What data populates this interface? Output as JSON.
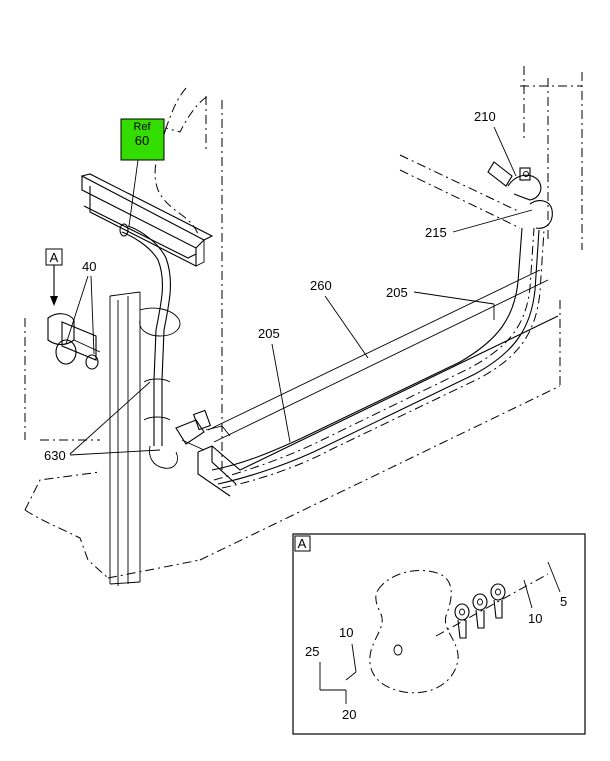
{
  "labels": {
    "ref_word": "Ref",
    "ref_num": "60",
    "view_a": "A",
    "detail_a": "A",
    "c40": "40",
    "c630": "630",
    "c260": "260",
    "c205_left": "205",
    "c205_right": "205",
    "c210": "210",
    "c215": "215",
    "d10_left": "10",
    "d25": "25",
    "d20": "20",
    "d10_right": "10",
    "d5": "5"
  },
  "colors": {
    "ref_box": "#33dd00",
    "ink": "#000000"
  }
}
